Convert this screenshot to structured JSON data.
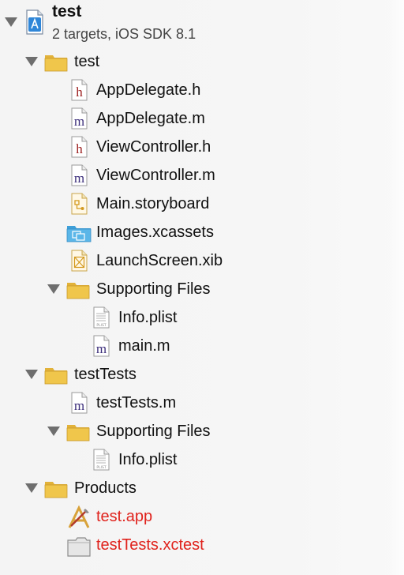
{
  "project": {
    "name": "test",
    "subtitle": "2 targets, iOS SDK 8.1",
    "icon": "xcode-project-icon"
  },
  "tree": {
    "group_test": {
      "label": "test",
      "icon": "folder-icon"
    },
    "appdelegate_h": {
      "label": "AppDelegate.h",
      "icon": "header-file-icon"
    },
    "appdelegate_m": {
      "label": "AppDelegate.m",
      "icon": "implementation-file-icon"
    },
    "viewcontroller_h": {
      "label": "ViewController.h",
      "icon": "header-file-icon"
    },
    "viewcontroller_m": {
      "label": "ViewController.m",
      "icon": "implementation-file-icon"
    },
    "main_storyboard": {
      "label": "Main.storyboard",
      "icon": "storyboard-file-icon"
    },
    "images_xcassets": {
      "label": "Images.xcassets",
      "icon": "asset-catalog-icon"
    },
    "launchscreen_xib": {
      "label": "LaunchScreen.xib",
      "icon": "xib-file-icon"
    },
    "supporting_files_1": {
      "label": "Supporting Files",
      "icon": "folder-icon"
    },
    "info_plist_1": {
      "label": "Info.plist",
      "icon": "plist-file-icon",
      "badge": "PLIST"
    },
    "main_m": {
      "label": "main.m",
      "icon": "implementation-file-icon"
    },
    "group_testtests": {
      "label": "testTests",
      "icon": "folder-icon"
    },
    "testtests_m": {
      "label": "testTests.m",
      "icon": "implementation-file-icon"
    },
    "supporting_files_2": {
      "label": "Supporting Files",
      "icon": "folder-icon"
    },
    "info_plist_2": {
      "label": "Info.plist",
      "icon": "plist-file-icon",
      "badge": "PLIST"
    },
    "group_products": {
      "label": "Products",
      "icon": "folder-icon"
    },
    "test_app": {
      "label": "test.app",
      "icon": "app-product-icon"
    },
    "testtests_xctest": {
      "label": "testTests.xctest",
      "icon": "xctest-bundle-icon"
    }
  },
  "colors": {
    "missing_product": "#e0231d",
    "folder_fill": "#f0c64b",
    "folder_tab": "#e2b23a",
    "asset_blue": "#5ab6e8",
    "header_letter": "#9b1c1c",
    "impl_letter": "#3b2d7a"
  }
}
